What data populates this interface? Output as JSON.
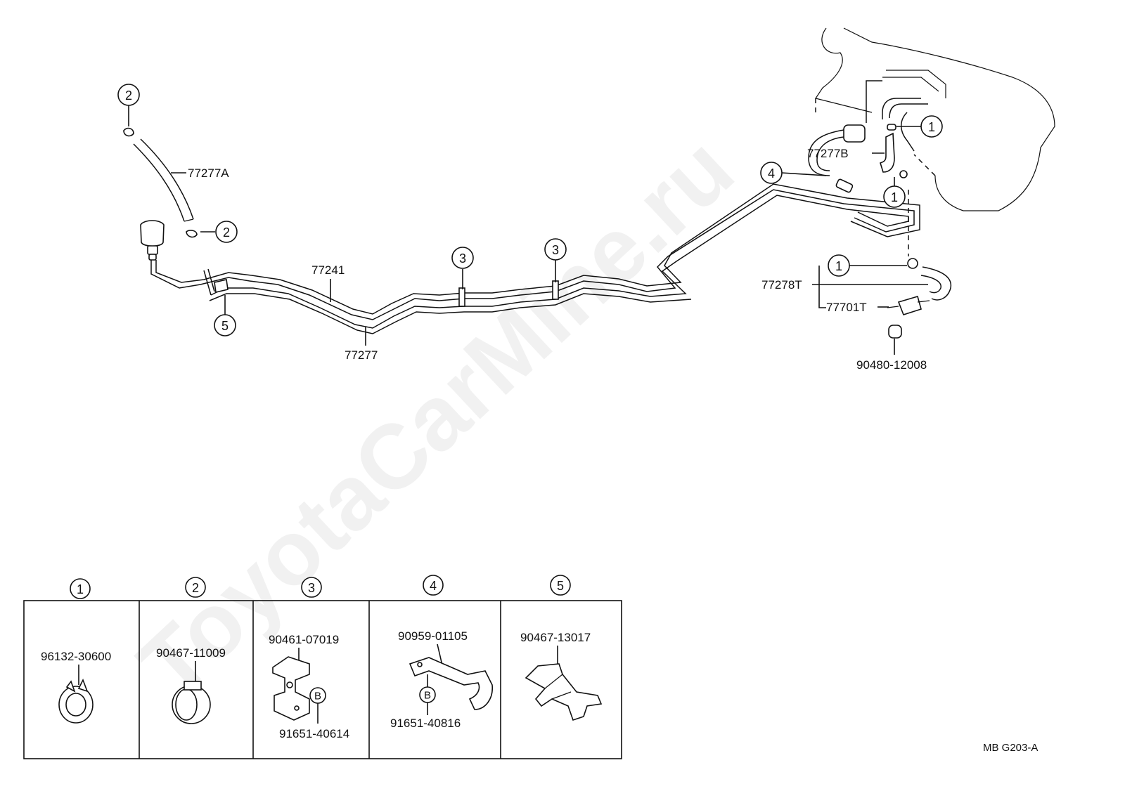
{
  "watermark": "ToyotaCarMine.ru",
  "drawing_code": "MB  G203-A",
  "callouts": {
    "c1a": "1",
    "c1b": "1",
    "c1c": "1",
    "c2a": "2",
    "c2b": "2",
    "c3a": "3",
    "c3b": "3",
    "c4": "4",
    "c5": "5"
  },
  "parts": {
    "p77277A": "77277A",
    "p77241": "77241",
    "p77277": "77277",
    "p77277B": "77277B",
    "p77278T": "77278T",
    "p77701T": "77701T",
    "p90480": "90480-12008"
  },
  "legend": {
    "headers": [
      "1",
      "2",
      "3",
      "4",
      "5"
    ],
    "cells": [
      {
        "parts": [
          "96132-30600"
        ]
      },
      {
        "parts": [
          "90467-11009"
        ]
      },
      {
        "parts": [
          "90461-07019",
          "91651-40614"
        ],
        "marker": "B"
      },
      {
        "parts": [
          "90959-01105",
          "91651-40816"
        ],
        "marker": "B"
      },
      {
        "parts": [
          "90467-13017"
        ]
      }
    ]
  }
}
